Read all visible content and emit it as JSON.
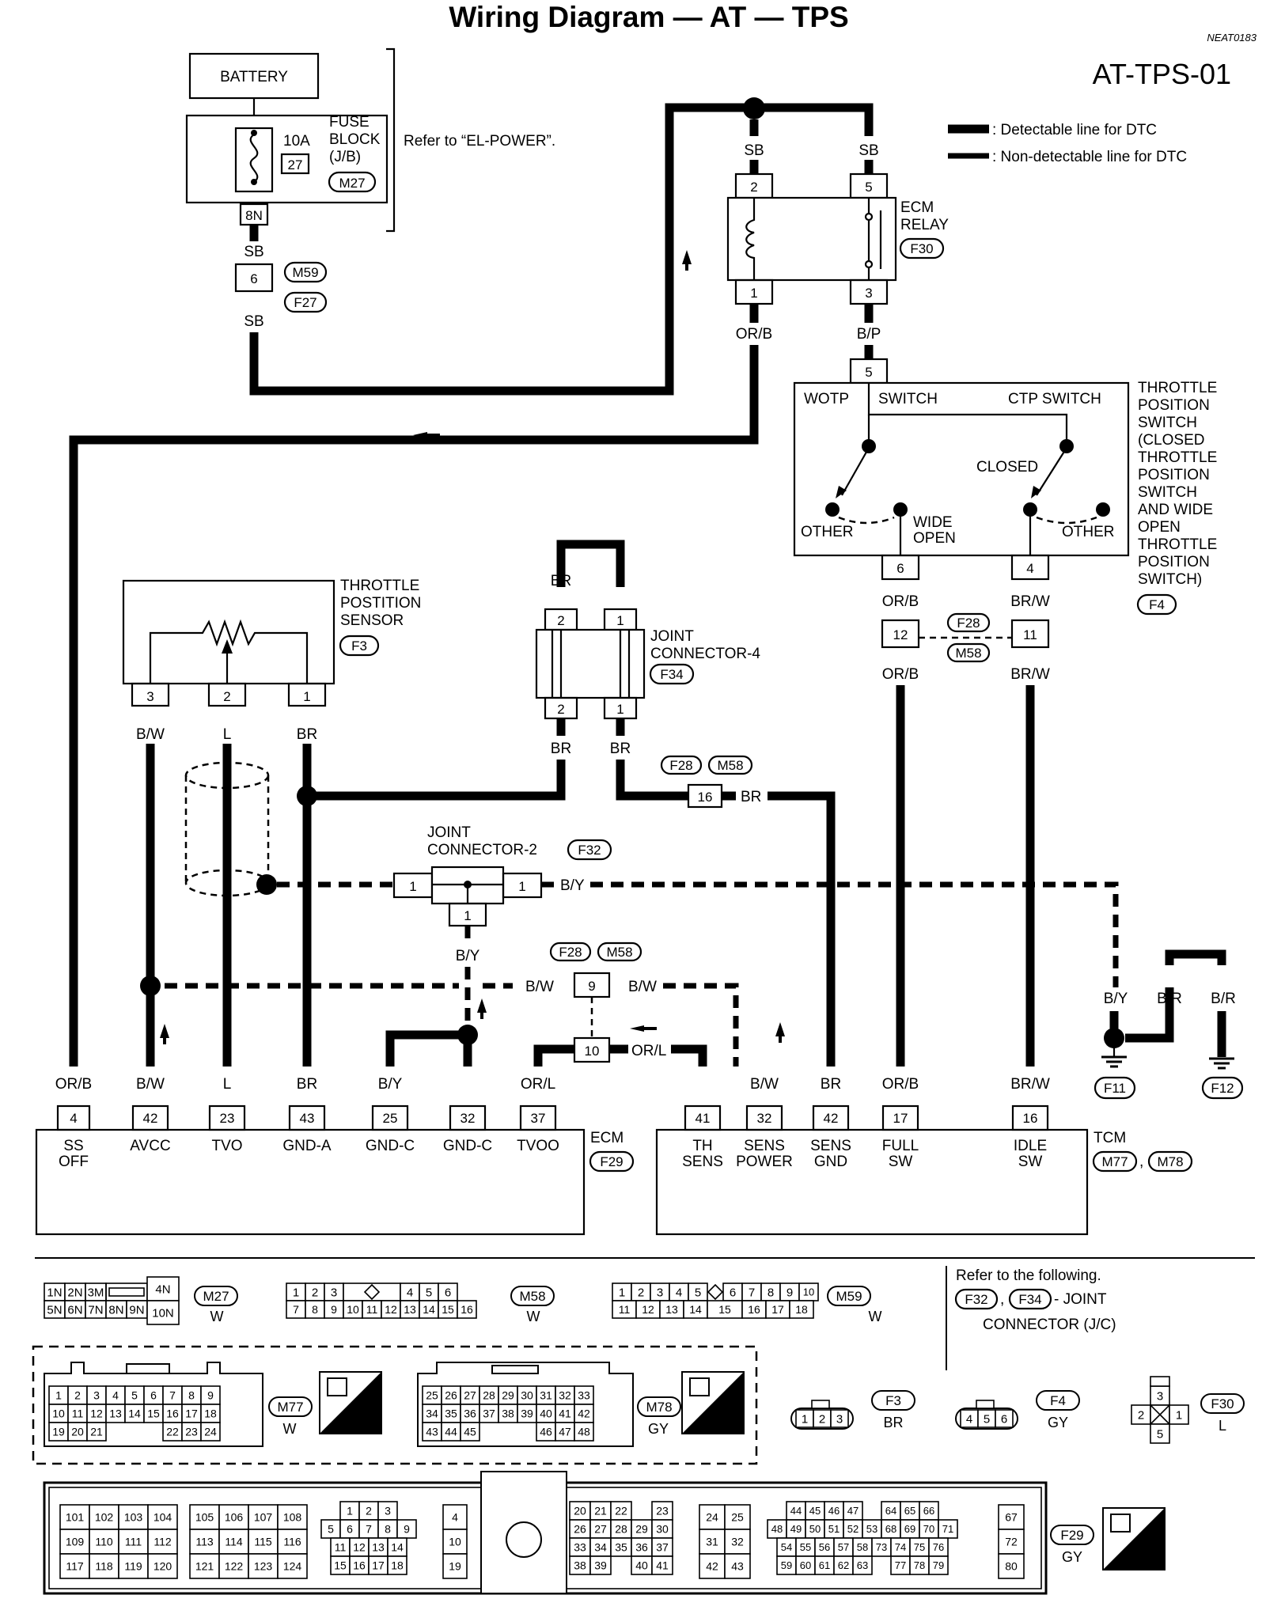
{
  "title": "Wiring Diagram — AT — TPS",
  "code": "NEAT0183",
  "page_id": "AT-TPS-01",
  "legend": {
    "detectable": ": Detectable line for DTC",
    "non_detectable": ": Non-detectable line for DTC"
  },
  "battery": "BATTERY",
  "fuse_block": {
    "lines": [
      "FUSE",
      "BLOCK",
      "(J/B)"
    ],
    "amp": "10A",
    "fuse_no": "27",
    "conn": "M27",
    "pin": "8N",
    "ref": "Refer to “EL-POWER”."
  },
  "m59": "M59",
  "f27": "F27",
  "pin6": "6",
  "wires": {
    "sb": "SB",
    "orb": "OR/B",
    "bp": "B/P",
    "br": "BR",
    "brw": "BR/W",
    "bw": "B/W",
    "l": "L",
    "by": "B/Y",
    "br2": "B/R",
    "orl": "OR/L"
  },
  "ecm_relay": {
    "lines": [
      "ECM",
      "RELAY"
    ],
    "conn": "F30",
    "p2": "2",
    "p5": "5",
    "p1": "1",
    "p3": "3"
  },
  "tp_switch": {
    "lines": [
      "THROTTLE",
      "POSITION",
      "SWITCH",
      "(CLOSED",
      "THROTTLE",
      "POSITION",
      "SWITCH",
      "AND WIDE",
      "OPEN",
      "THROTTLE",
      "POSITION",
      "SWITCH)"
    ],
    "conn": "F4",
    "wotp": "WOTP",
    "switch": "SWITCH",
    "ctp": "CTP SWITCH",
    "closed": "CLOSED",
    "other": "OTHER",
    "wide": "WIDE",
    "open": "OPEN",
    "p5": "5",
    "p6": "6",
    "p4": "4"
  },
  "inline": {
    "f28": "F28",
    "m58": "M58",
    "p12": "12",
    "p11": "11",
    "p16": "16",
    "p9": "9",
    "p10": "10"
  },
  "tps": {
    "lines": [
      "THROTTLE",
      "POSTITION",
      "SENSOR"
    ],
    "conn": "F3",
    "p3": "3",
    "p2": "2",
    "p1": "1"
  },
  "jc4": {
    "lines": [
      "JOINT",
      "CONNECTOR-4"
    ],
    "conn": "F34",
    "p2": "2",
    "p1": "1"
  },
  "jc2": {
    "lines": [
      "JOINT",
      "CONNECTOR-2"
    ],
    "conn": "F32",
    "p1": "1"
  },
  "grounds": {
    "f11": "F11",
    "f12": "F12"
  },
  "ecm": {
    "label": "ECM",
    "conn": "F29",
    "pins": [
      {
        "wire": "OR/B",
        "pin": "4",
        "name": [
          "SS",
          "OFF"
        ]
      },
      {
        "wire": "B/W",
        "pin": "42",
        "name": [
          "AVCC"
        ]
      },
      {
        "wire": "L",
        "pin": "23",
        "name": [
          "TVO"
        ]
      },
      {
        "wire": "BR",
        "pin": "43",
        "name": [
          "GND-A"
        ]
      },
      {
        "wire": "B/Y",
        "pin": "25",
        "name": [
          "GND-C"
        ]
      },
      {
        "wire": "",
        "pin": "32",
        "name": [
          "GND-C"
        ]
      },
      {
        "wire": "OR/L",
        "pin": "37",
        "name": [
          "TVOO"
        ]
      }
    ]
  },
  "tcm": {
    "label": "TCM",
    "conn1": "M77",
    "conn2": "M78",
    "pins": [
      {
        "wire": "",
        "pin": "41",
        "name": [
          "TH",
          "SENS"
        ]
      },
      {
        "wire": "B/W",
        "pin": "32",
        "name": [
          "SENS",
          "POWER"
        ]
      },
      {
        "wire": "BR",
        "pin": "42",
        "name": [
          "SENS",
          "GND"
        ]
      },
      {
        "wire": "OR/B",
        "pin": "17",
        "name": [
          "FULL",
          "SW"
        ]
      },
      {
        "wire": "BR/W",
        "pin": "16",
        "name": [
          "IDLE",
          "SW"
        ]
      }
    ]
  },
  "connectors": {
    "m27": {
      "id": "M27",
      "color": "W",
      "row1": [
        "1N",
        "2N",
        "3M"
      ],
      "row2": [
        "5N",
        "6N",
        "7N",
        "8N",
        "9N"
      ],
      "side": [
        "4N",
        "10N"
      ]
    },
    "m58": {
      "id": "M58",
      "color": "W",
      "row1": [
        "1",
        "2",
        "3",
        "",
        "4",
        "5",
        "6"
      ],
      "row2": [
        "7",
        "8",
        "9",
        "10",
        "11",
        "12",
        "13",
        "14",
        "15",
        "16"
      ]
    },
    "m59": {
      "id": "M59",
      "color": "W",
      "row1": [
        "1",
        "2",
        "3",
        "4",
        "5",
        "",
        "6",
        "7",
        "8",
        "9",
        "10"
      ],
      "row2": [
        "11",
        "12",
        "13",
        "14",
        "15",
        "16",
        "17",
        "18"
      ]
    },
    "refer": {
      "lines": [
        "Refer to the following.",
        "- JOINT",
        "CONNECTOR (J/C)"
      ],
      "c1": "F32",
      "c2": "F34"
    },
    "m77": {
      "id": "M77",
      "color": "W",
      "rows": [
        [
          "1",
          "2",
          "3",
          "4",
          "5",
          "6",
          "7",
          "8",
          "9"
        ],
        [
          "10",
          "11",
          "12",
          "13",
          "14",
          "15",
          "16",
          "17",
          "18"
        ],
        [
          "19",
          "20",
          "21",
          "",
          "",
          "",
          "22",
          "23",
          "24"
        ]
      ]
    },
    "m78": {
      "id": "M78",
      "color": "GY",
      "rows": [
        [
          "25",
          "26",
          "27",
          "28",
          "29",
          "30",
          "31",
          "32",
          "33"
        ],
        [
          "34",
          "35",
          "36",
          "37",
          "38",
          "39",
          "40",
          "41",
          "42"
        ],
        [
          "43",
          "44",
          "45",
          "",
          "",
          "",
          "46",
          "47",
          "48"
        ]
      ]
    },
    "hs": "H.S.",
    "f3": {
      "id": "F3",
      "color": "BR",
      "pins": [
        "1",
        "2",
        "3"
      ]
    },
    "f4": {
      "id": "F4",
      "color": "GY",
      "pins": [
        "4",
        "5",
        "6"
      ]
    },
    "f30": {
      "id": "F30",
      "color": "L",
      "pins": [
        "3",
        "2",
        "1",
        "5"
      ]
    },
    "f29": {
      "id": "F29",
      "color": "GY",
      "g1": [
        [
          "101",
          "102",
          "103",
          "104"
        ],
        [
          "109",
          "110",
          "111",
          "112"
        ],
        [
          "117",
          "118",
          "119",
          "120"
        ]
      ],
      "g2": [
        [
          "105",
          "106",
          "107",
          "108"
        ],
        [
          "113",
          "114",
          "115",
          "116"
        ],
        [
          "121",
          "122",
          "123",
          "124"
        ]
      ],
      "g3": [
        [
          "1",
          "2",
          "3"
        ],
        [
          "5",
          "6",
          "7",
          "8",
          "9"
        ],
        [
          "11",
          "12",
          "13",
          "14"
        ],
        [
          "15",
          "16",
          "17",
          "18"
        ]
      ],
      "g4": [
        "4",
        "10",
        "19"
      ],
      "g5": [
        [
          "20",
          "21",
          "22",
          "",
          "23"
        ],
        [
          "26",
          "27",
          "28",
          "29",
          "30"
        ],
        [
          "33",
          "34",
          "35",
          "36",
          "37"
        ],
        [
          "38",
          "39",
          "",
          "40",
          "41"
        ]
      ],
      "g6": [
        [
          "24",
          "25"
        ],
        [
          "31",
          "32"
        ],
        [
          "42",
          "43"
        ]
      ],
      "g7": [
        [
          "44",
          "45",
          "46",
          "47",
          "",
          "64",
          "65",
          "66"
        ],
        [
          "48",
          "49",
          "50",
          "51",
          "52",
          "53",
          "68",
          "69",
          "70",
          "71"
        ],
        [
          "54",
          "55",
          "56",
          "57",
          "58",
          "73",
          "74",
          "75",
          "76"
        ],
        [
          "59",
          "60",
          "61",
          "62",
          "63",
          "",
          "77",
          "78",
          "79"
        ]
      ],
      "g8": [
        "67",
        "72",
        "80"
      ]
    }
  }
}
